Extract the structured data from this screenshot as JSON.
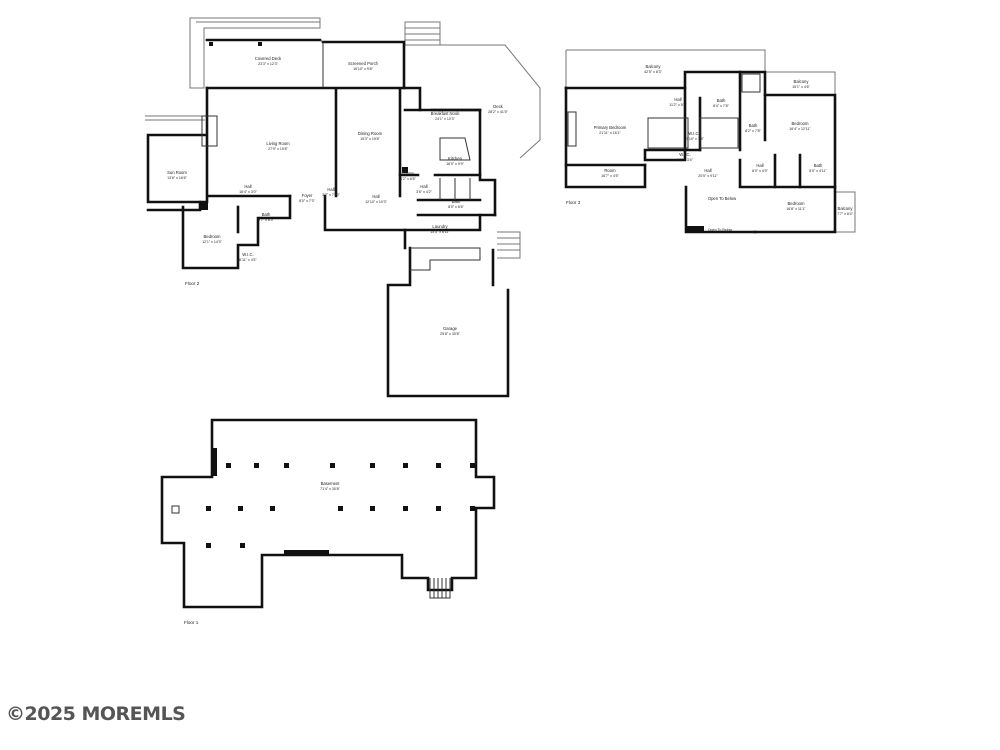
{
  "watermark": "©2025 MOREMLS",
  "floors": [
    {
      "name": "Floor 2",
      "rooms": [
        {
          "name": "Covered Deck",
          "dims": "23'3\" x 12'3\""
        },
        {
          "name": "Screened Porch",
          "dims": "16'10\" x 9'8\""
        },
        {
          "name": "Deck",
          "dims": "28'2\" x 41'5\""
        },
        {
          "name": "Living Room",
          "dims": "27'9\" x 19'8\""
        },
        {
          "name": "Dining Room",
          "dims": "15'3\" x 19'8\""
        },
        {
          "name": "Breakfast Nook",
          "dims": "24'1\" x 10'3\""
        },
        {
          "name": "Sun Room",
          "dims": "13'6\" x 16'6\""
        },
        {
          "name": "Kitchen",
          "dims": "16'0\" x 9'9\""
        },
        {
          "name": "Pantry",
          "dims": "6'2\" x 6'6\""
        },
        {
          "name": "Hall",
          "dims": "16'4\" x 3'0\""
        },
        {
          "name": "Foyer",
          "dims": "8'0\" x 7'3\""
        },
        {
          "name": "Hall",
          "dims": "3'7\" x 7'10\""
        },
        {
          "name": "Hall",
          "dims": "12'10\" x 10'3\""
        },
        {
          "name": "Hall",
          "dims": "3'6\" x 4'2\""
        },
        {
          "name": "Bath",
          "dims": "9'7\" x 8'5\""
        },
        {
          "name": "Bath",
          "dims": "8'0\" x 6'6\""
        },
        {
          "name": "Bedroom",
          "dims": "12'1\" x 14'3\""
        },
        {
          "name": "W.I.C.",
          "dims": "6'11\" x 4'3\""
        },
        {
          "name": "Laundry",
          "dims": "14'5\" x 6'11\""
        },
        {
          "name": "Garage",
          "dims": "25'8\" x 30'8\""
        }
      ]
    },
    {
      "name": "Floor 3",
      "rooms": [
        {
          "name": "Balcony",
          "dims": "42'5\" x 8'3\""
        },
        {
          "name": "Balcony",
          "dims": "15'1\" x 4'6\""
        },
        {
          "name": "Primary Bedroom",
          "dims": "21'11\" x 16'1\""
        },
        {
          "name": "Hall",
          "dims": "11'2\" x 5'3\""
        },
        {
          "name": "Bath",
          "dims": "8'4\" x 7'8\""
        },
        {
          "name": "W.I.C.",
          "dims": "13'10\" x 7'8\""
        },
        {
          "name": "Bath",
          "dims": "8'2\" x 7'8\""
        },
        {
          "name": "Bedroom",
          "dims": "16'4\" x 12'11\""
        },
        {
          "name": "W.I.C.",
          "dims": "6'5\" x 3'4\""
        },
        {
          "name": "Room",
          "dims": "16'7\" x 4'5\""
        },
        {
          "name": "Hall",
          "dims": "20'5\" x 9'11\""
        },
        {
          "name": "Hall",
          "dims": "8'0\" x 4'9\""
        },
        {
          "name": "Bath",
          "dims": "8'0\" x 4'11\""
        },
        {
          "name": "Open To Below",
          "dims": ""
        },
        {
          "name": "Open To Below",
          "dims": ""
        },
        {
          "name": "Bedroom",
          "dims": "16'8\" x 11'1\""
        },
        {
          "name": "Balcony",
          "dims": "7'7\" x 8'4\""
        }
      ]
    },
    {
      "name": "Floor 1",
      "rooms": [
        {
          "name": "Basement",
          "dims": "71'4\" x 30'8\""
        }
      ]
    }
  ]
}
